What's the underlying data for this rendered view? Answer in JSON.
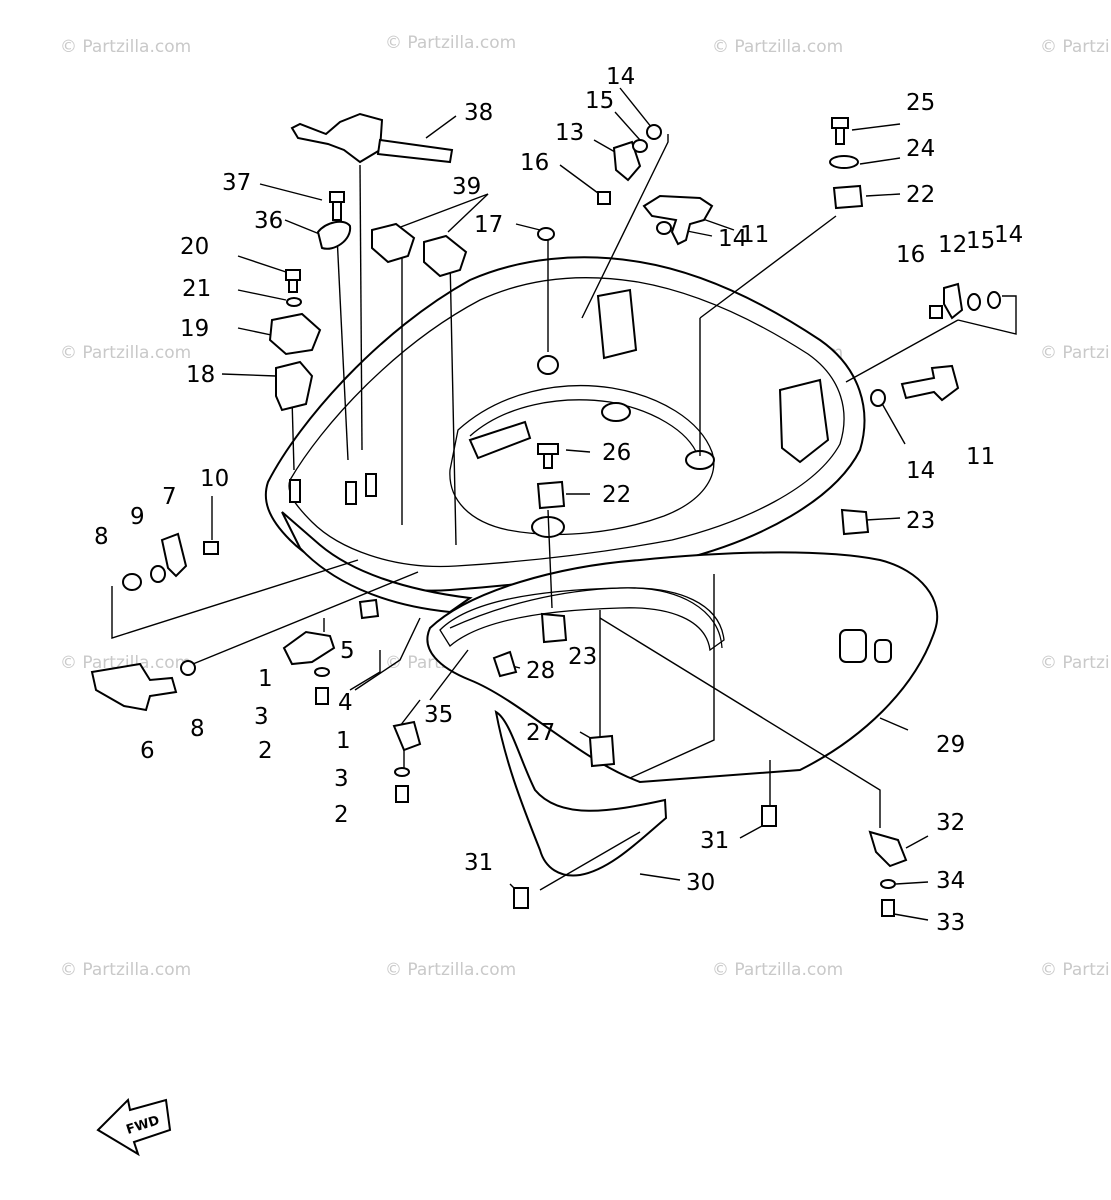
{
  "watermark": "© Partzilla.com",
  "fwd_label": "FWD",
  "callouts": {
    "c1a": "1",
    "c1b": "1",
    "c2a": "2",
    "c2b": "2",
    "c3a": "3",
    "c3b": "3",
    "c4": "4",
    "c5": "5",
    "c6": "6",
    "c7": "7",
    "c8a": "8",
    "c8b": "8",
    "c9": "9",
    "c10": "10",
    "c11a": "11",
    "c11b": "11",
    "c12": "12",
    "c13": "13",
    "c14a": "14",
    "c14b": "14",
    "c14c": "14",
    "c14d": "14",
    "c15a": "15",
    "c15b": "15",
    "c16a": "16",
    "c16b": "16",
    "c17": "17",
    "c18": "18",
    "c19": "19",
    "c20": "20",
    "c21": "21",
    "c22a": "22",
    "c22b": "22",
    "c23a": "23",
    "c23b": "23",
    "c24": "24",
    "c25": "25",
    "c26": "26",
    "c27": "27",
    "c28": "28",
    "c29": "29",
    "c30": "30",
    "c31a": "31",
    "c31b": "31",
    "c32": "32",
    "c33": "33",
    "c34": "34",
    "c35": "35",
    "c36": "36",
    "c37": "37",
    "c38": "38",
    "c39": "39"
  }
}
